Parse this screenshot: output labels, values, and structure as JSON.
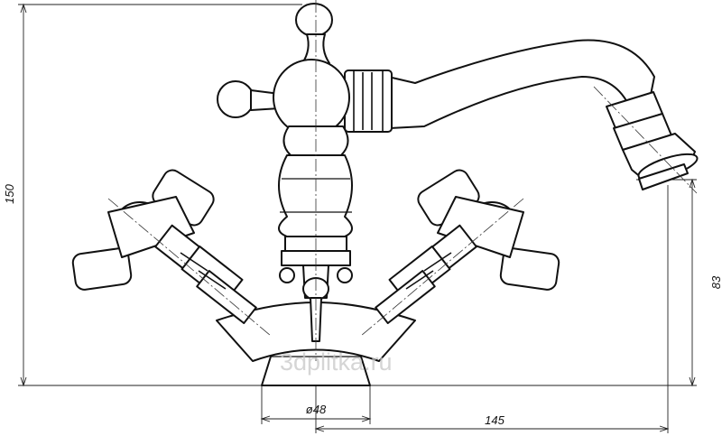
{
  "drawing": {
    "subject": "single-hole bidet mixer with cross handles and swivel spout",
    "dimensions": {
      "overall_height": "150",
      "spout_outlet_height": "83",
      "base_diameter": "ø48",
      "spout_reach": "145"
    },
    "watermark": "3dplitka.ru",
    "colors": {
      "line": "#111111",
      "background": "#ffffff",
      "watermark": "#c8c8c8"
    }
  }
}
